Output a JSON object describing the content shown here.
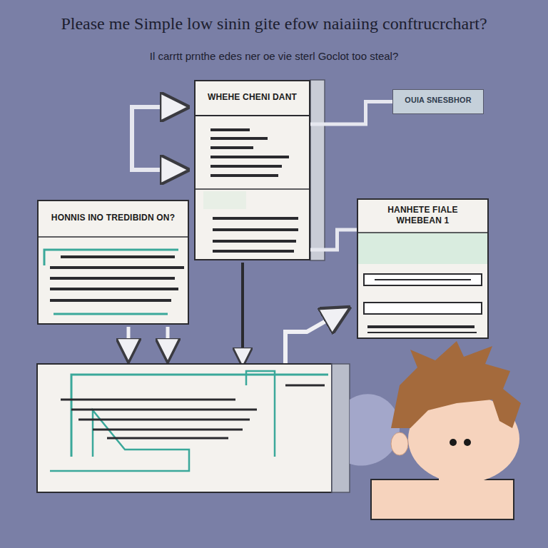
{
  "diagram": {
    "title": "Please me Simple low sinin gite efow naiaiing conftrucrchart?",
    "nodes": [
      {
        "text": [
          "WHEHE CHENI DANT"
        ]
      },
      {
        "text": [
          "OUIA SNESBHOR"
        ]
      },
      {
        "text": [
          "HONNIS INO TREDIBIDN ON?"
        ]
      },
      {
        "text": [
          "HANHETE FIALE WHEBEAN 1"
        ]
      }
    ],
    "edges": [
      {
        "from": 0,
        "to": 1,
        "arrow": "none"
      },
      {
        "from": 3,
        "to": 0,
        "arrow": "none"
      }
    ],
    "labels": [
      "Il carrtt prnthe edes ner oe vie sterl Goclot too steal?"
    ]
  }
}
